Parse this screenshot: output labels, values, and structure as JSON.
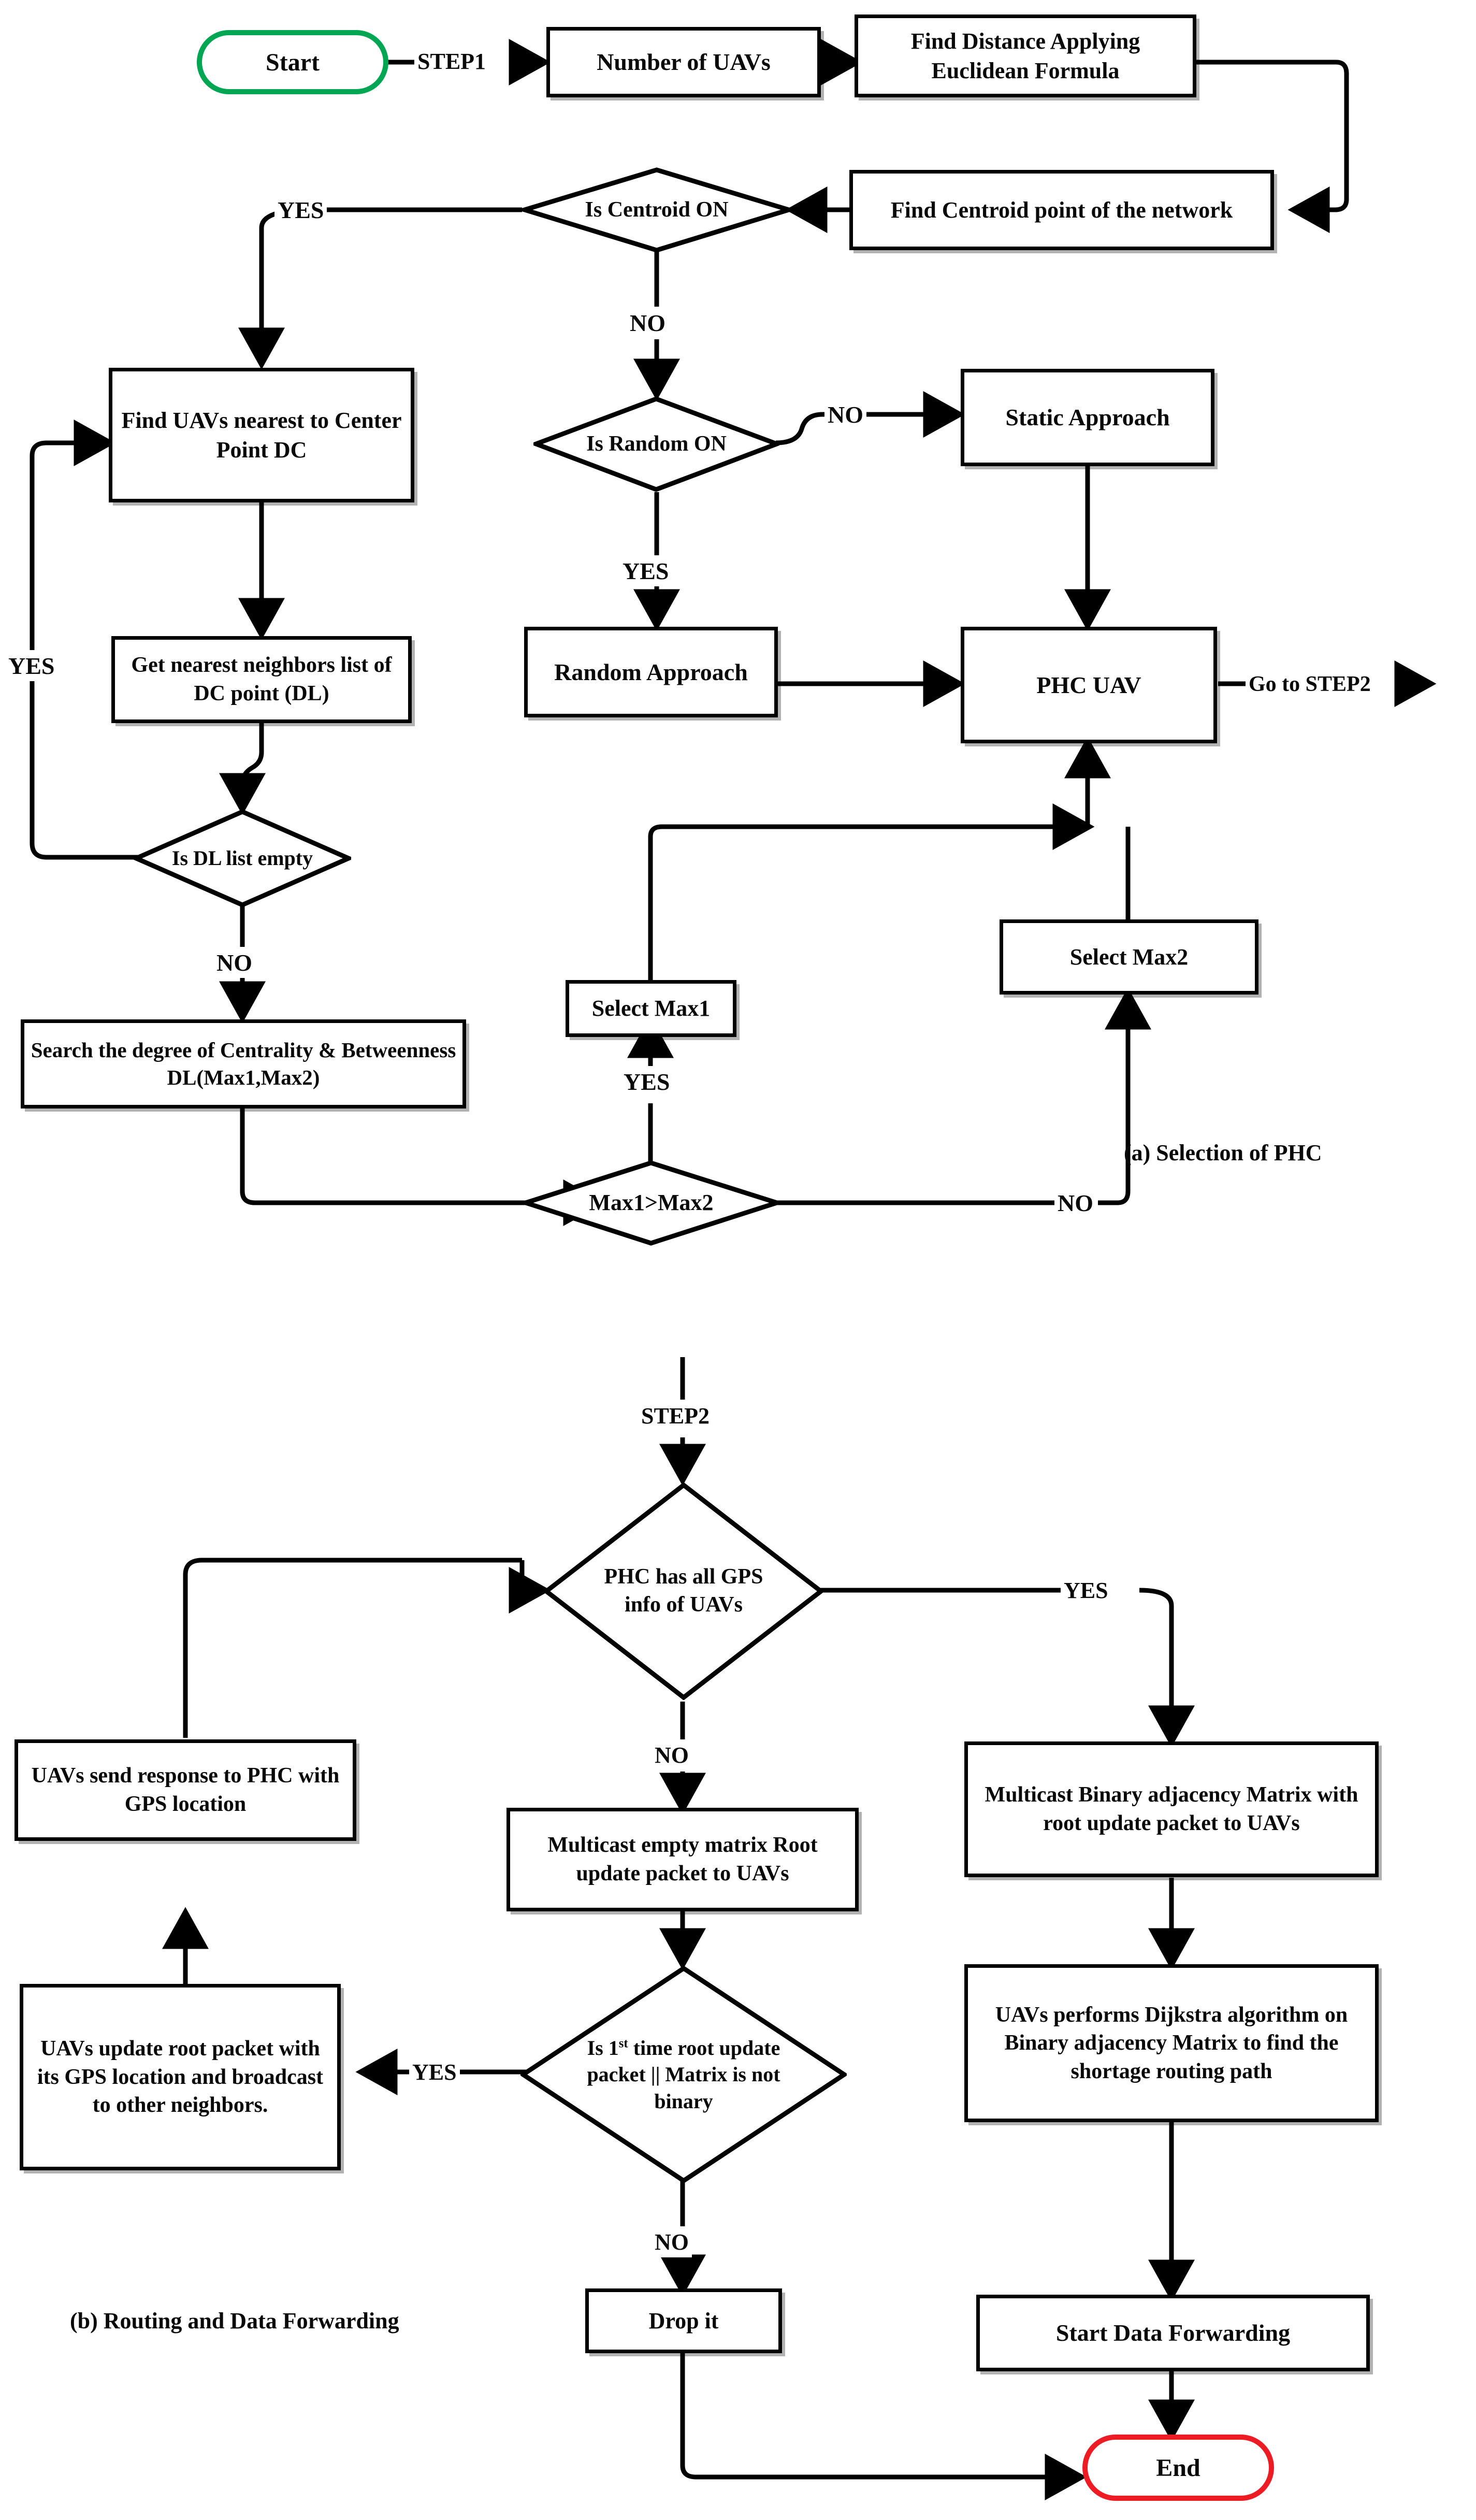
{
  "figure": {
    "caption_a": "(a) Selection of PHC",
    "caption_b": "(b) Routing and Data Forwarding"
  },
  "colors": {
    "start_green": "#00A651",
    "end_red": "#ED1C24",
    "line_black": "#000000",
    "background": "#FFFFFF"
  },
  "flowchart_a": {
    "nodes": {
      "start": "Start",
      "number_of_uavs": "Number of UAVs",
      "find_distance": "Find Distance Applying Euclidean Formula",
      "find_centroid": "Find Centroid point of the network",
      "is_centroid_on": "Is Centroid ON",
      "find_uavs_nearest": "Find UAVs nearest to Center Point DC",
      "get_nearest_neighbors": "Get nearest neighbors list of DC point (DL)",
      "is_dl_list_empty": "Is DL list empty",
      "search_degree": "Search the degree of Centrality & Betweenness DL(Max1,Max2)",
      "is_random_on": "Is Random ON",
      "static_approach": "Static Approach",
      "random_approach": "Random Approach",
      "phc_uav": "PHC UAV",
      "select_max1": "Select Max1",
      "select_max2": "Select Max2",
      "max1_gt_max2": "Max1>Max2"
    },
    "edge_labels": {
      "step1": "STEP1",
      "centroid_yes": "YES",
      "centroid_no": "NO",
      "random_no": "NO",
      "random_yes": "YES",
      "go_to_step2": "Go to STEP2",
      "dl_yes": "YES",
      "dl_no": "NO",
      "max_yes": "YES",
      "max_no": "NO"
    }
  },
  "flowchart_b": {
    "nodes": {
      "phc_has_gps": "PHC has all GPS info of UAVs",
      "uavs_send_response": "UAVs send response to PHC with GPS location",
      "multicast_empty_matrix": "Multicast empty matrix Root update packet to UAVs",
      "multicast_binary_matrix": "Multicast Binary adjacency Matrix with root update packet to UAVs",
      "uavs_update_root_packet": "UAVs update root packet with its GPS location and broadcast to other neighbors.",
      "is_first_time_root_update": "Is 1st time root update packet || Matrix is not binary",
      "is_first_time_root_update_line1_a": "Is 1",
      "is_first_time_root_update_line1_sup": "st",
      "is_first_time_root_update_line1_b": " time root update",
      "is_first_time_root_update_line2": "packet || Matrix is not",
      "is_first_time_root_update_line3": "binary",
      "uavs_dijkstra": "UAVs performs Dijkstra algorithm on Binary adjacency Matrix to find the shortage routing path",
      "drop_it": "Drop it",
      "start_data_forwarding": "Start Data Forwarding",
      "end": "End"
    },
    "edge_labels": {
      "step2": "STEP2",
      "gps_yes": "YES",
      "gps_no": "NO",
      "root_yes": "YES",
      "root_no": "NO"
    }
  }
}
